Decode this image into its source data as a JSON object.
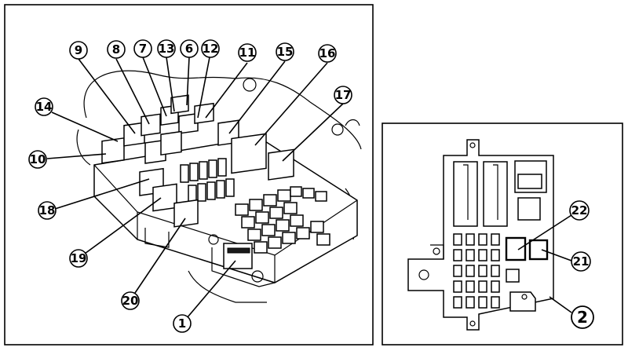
{
  "callouts": {
    "n9": "9",
    "n8": "8",
    "n7": "7",
    "n13": "13",
    "n6": "6",
    "n12": "12",
    "n11": "11",
    "n15": "15",
    "n16": "16",
    "n17": "17",
    "n14": "14",
    "n10": "10",
    "n18": "18",
    "n19": "19",
    "n20": "20",
    "n1": "1",
    "n22": "22",
    "n21": "21",
    "n2": "2"
  }
}
